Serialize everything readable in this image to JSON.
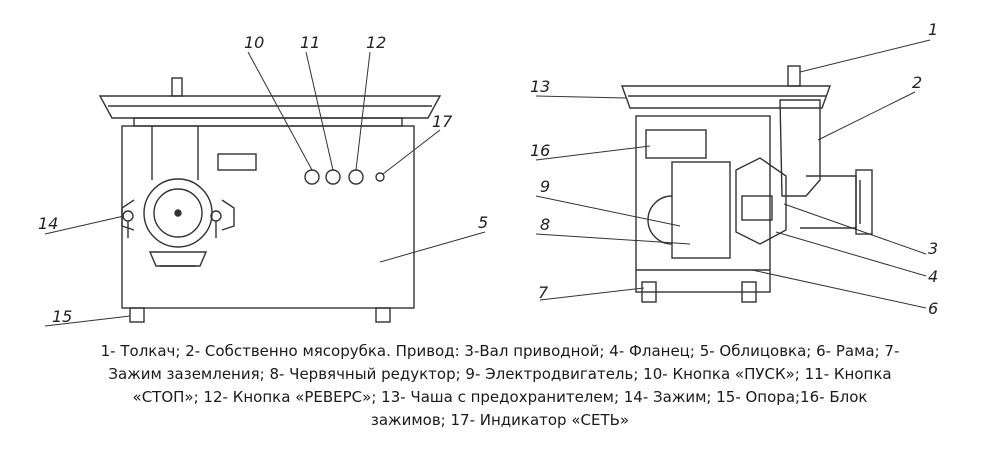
{
  "labels": {
    "n1": "1",
    "n2": "2",
    "n3": "3",
    "n4": "4",
    "n5": "5",
    "n6": "6",
    "n7": "7",
    "n8": "8",
    "n9": "9",
    "n10": "10",
    "n11": "11",
    "n12": "12",
    "n13": "13",
    "n14": "14",
    "n15": "15",
    "n16": "16",
    "n17": "17"
  },
  "caption": {
    "line1": "1- Толкач; 2- Собственно мясорубка. Привод: 3-Вал приводной; 4- Фланец; 5- Облицовка; 6- Рама; 7-",
    "line2": "Зажим заземления; 8- Червячный редуктор; 9- Электродвигатель; 10- Кнопка «ПУСК»; 11- Кнопка",
    "line3": "«СТОП»; 12- Кнопка «РЕВЕРС»; 13- Чаша с предохранителем; 14- Зажим; 15- Опора;16- Блок",
    "line4": "зажимов; 17- Индикатор «СЕТЬ»"
  }
}
